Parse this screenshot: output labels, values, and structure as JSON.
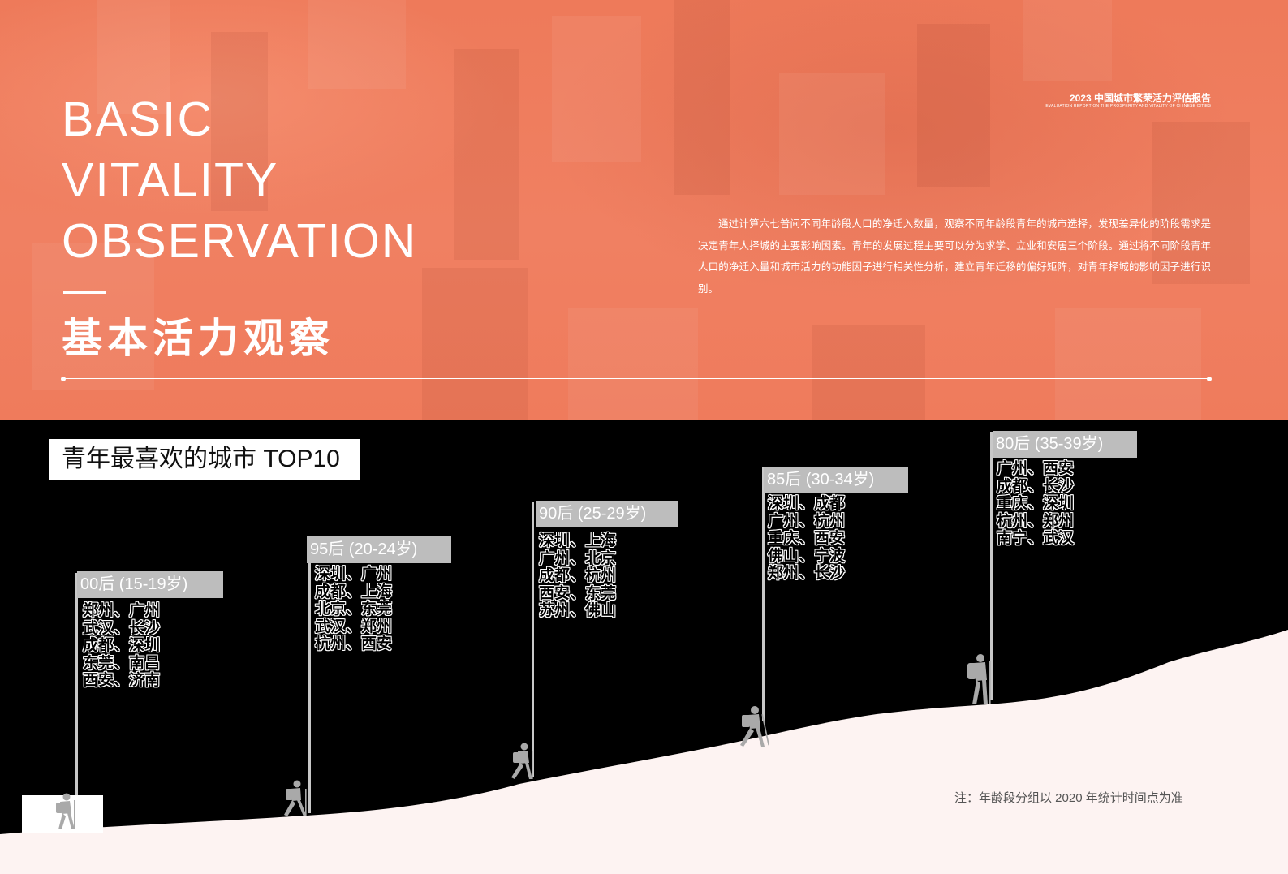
{
  "header": {
    "report_title_cn": "2023 中国城市繁荣活力评估报告",
    "report_title_en": "EVALUATION REPORT ON THE PROSPERITY AND VITALITY OF CHINESE CITIES",
    "title_en_lines": [
      "BASIC",
      "VITALITY",
      "OBSERVATION"
    ],
    "title_cn": "基本活力观察",
    "intro": "通过计算六七普间不同年龄段人口的净迁入数量，观察不同年龄段青年的城市选择，发现差异化的阶段需求是决定青年人择城的主要影响因素。青年的发展过程主要可以分为求学、立业和安居三个阶段。通过将不同阶段青年人口的净迁入量和城市活力的功能因子进行相关性分析，建立青年迁移的偏好矩阵，对青年择城的影响因子进行识别。"
  },
  "section": {
    "title": "青年最喜欢的城市 TOP10",
    "note": "注：年龄段分组以 2020 年统计时间点为准"
  },
  "flags": [
    {
      "label": "00后 (15-19岁)",
      "cities": [
        "郑州、广州",
        "武汉、长沙",
        "成都、深圳",
        "东莞、南昌",
        "西安、济南"
      ]
    },
    {
      "label": "95后 (20-24岁)",
      "cities": [
        "深圳、广州",
        "成都、上海",
        "北京、东莞",
        "武汉、郑州",
        "杭州、西安"
      ]
    },
    {
      "label": "90后 (25-29岁)",
      "cities": [
        "深圳、上海",
        "广州、北京",
        "成都、杭州",
        "西安、东莞",
        "苏州、佛山"
      ]
    },
    {
      "label": "85后 (30-34岁)",
      "cities": [
        "深圳、成都",
        "广州、杭州",
        "重庆、西安",
        "佛山、宁波",
        "郑州、长沙"
      ]
    },
    {
      "label": "80后 (35-39岁)",
      "cities": [
        "广州、西安",
        "成都、长沙",
        "重庆、深圳",
        "杭州、郑州",
        "南宁、武汉"
      ]
    }
  ],
  "colors": {
    "banner": "#ef7b5c",
    "background": "#000000",
    "mountain": "#fdf3f2",
    "flag": "#bdbdbd",
    "pole": "#c8c8c8"
  },
  "icons": [
    "hiker-icon"
  ]
}
